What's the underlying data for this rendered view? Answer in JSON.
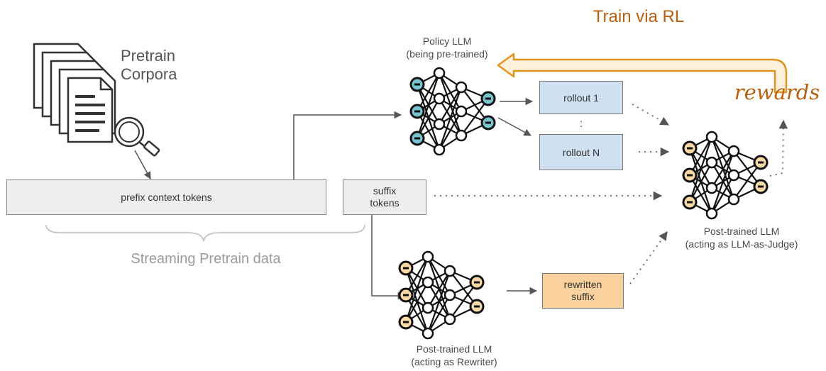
{
  "title": "Train via RL",
  "rewards_label": "rewards",
  "corpora_label": "Pretrain\nCorpora",
  "prefix_label": "prefix context tokens",
  "suffix_label": "suffix\ntokens",
  "streaming_label": "Streaming Pretrain data",
  "policy_label": "Policy LLM\n(being pre-trained)",
  "rollout_1_label": "rollout 1",
  "rollout_dots": ":",
  "rollout_n_label": "rollout N",
  "rewriter_label": "Post-trained LLM\n(acting as Rewriter)",
  "rewritten_label": "rewritten\nsuffix",
  "judge_label": "Post-trained LLM\n(acting as LLM-as-Judge)",
  "colors": {
    "arrow_orange": "#e3941f",
    "title_orange": "#b8600f",
    "policy_node": "#78c4d0",
    "post_trained_node": "#f9d9a6",
    "blue_box": "#cfe0f1",
    "orange_box": "#fbd29e",
    "gray_box": "#eeeeee"
  },
  "icons": [
    "document-stack-icon",
    "magnifier-icon",
    "neural-network-icon"
  ]
}
